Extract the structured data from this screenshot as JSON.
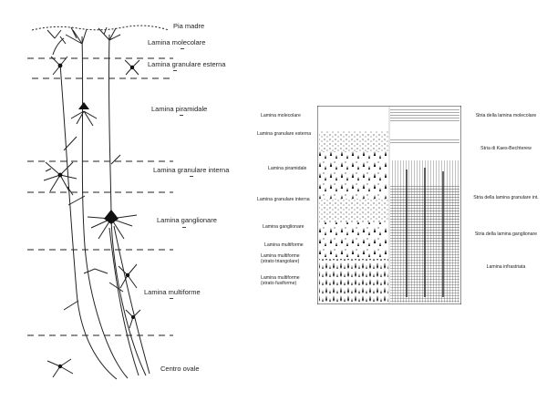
{
  "left_diagram": {
    "labels": {
      "pia_madre": "Pia madre",
      "molecolare": "Lamina molecolare",
      "granulare_esterna": "Lamina granulare esterna",
      "piramidale": "Lamina piramidale",
      "granulare_interna": "Lamina granulare interna",
      "ganglionare": "Lamina ganglionare",
      "multiforme": "Lamina multiforme",
      "centro_ovale": "Centro ovale"
    }
  },
  "right_diagram": {
    "left_labels": {
      "molecolare": "Lamina molecolare",
      "granulare_esterna": "Lamina granulare esterna",
      "piramidale": "Lamina piramidale",
      "granulare_interna": "Lamina granulare interna",
      "ganglionare": "Lamina ganglionare",
      "multiforme": "Lamina multiforme",
      "multiforme_triangolare": "Lamina multiforme (strato triangolare)",
      "multiforme_fusiforme": "Lamina multiforme (strato fusiforme)"
    },
    "right_labels": {
      "stria_molecolare": "Stria della lamina molecolare",
      "stria_kaes": "Stria di Kaes-Bechterew",
      "stria_granulare_int": "Stria della lamina granulare int.",
      "stria_ganglionare": "Stria della lamina ganglionare",
      "infrastriata": "Lamina infrastriata"
    }
  }
}
